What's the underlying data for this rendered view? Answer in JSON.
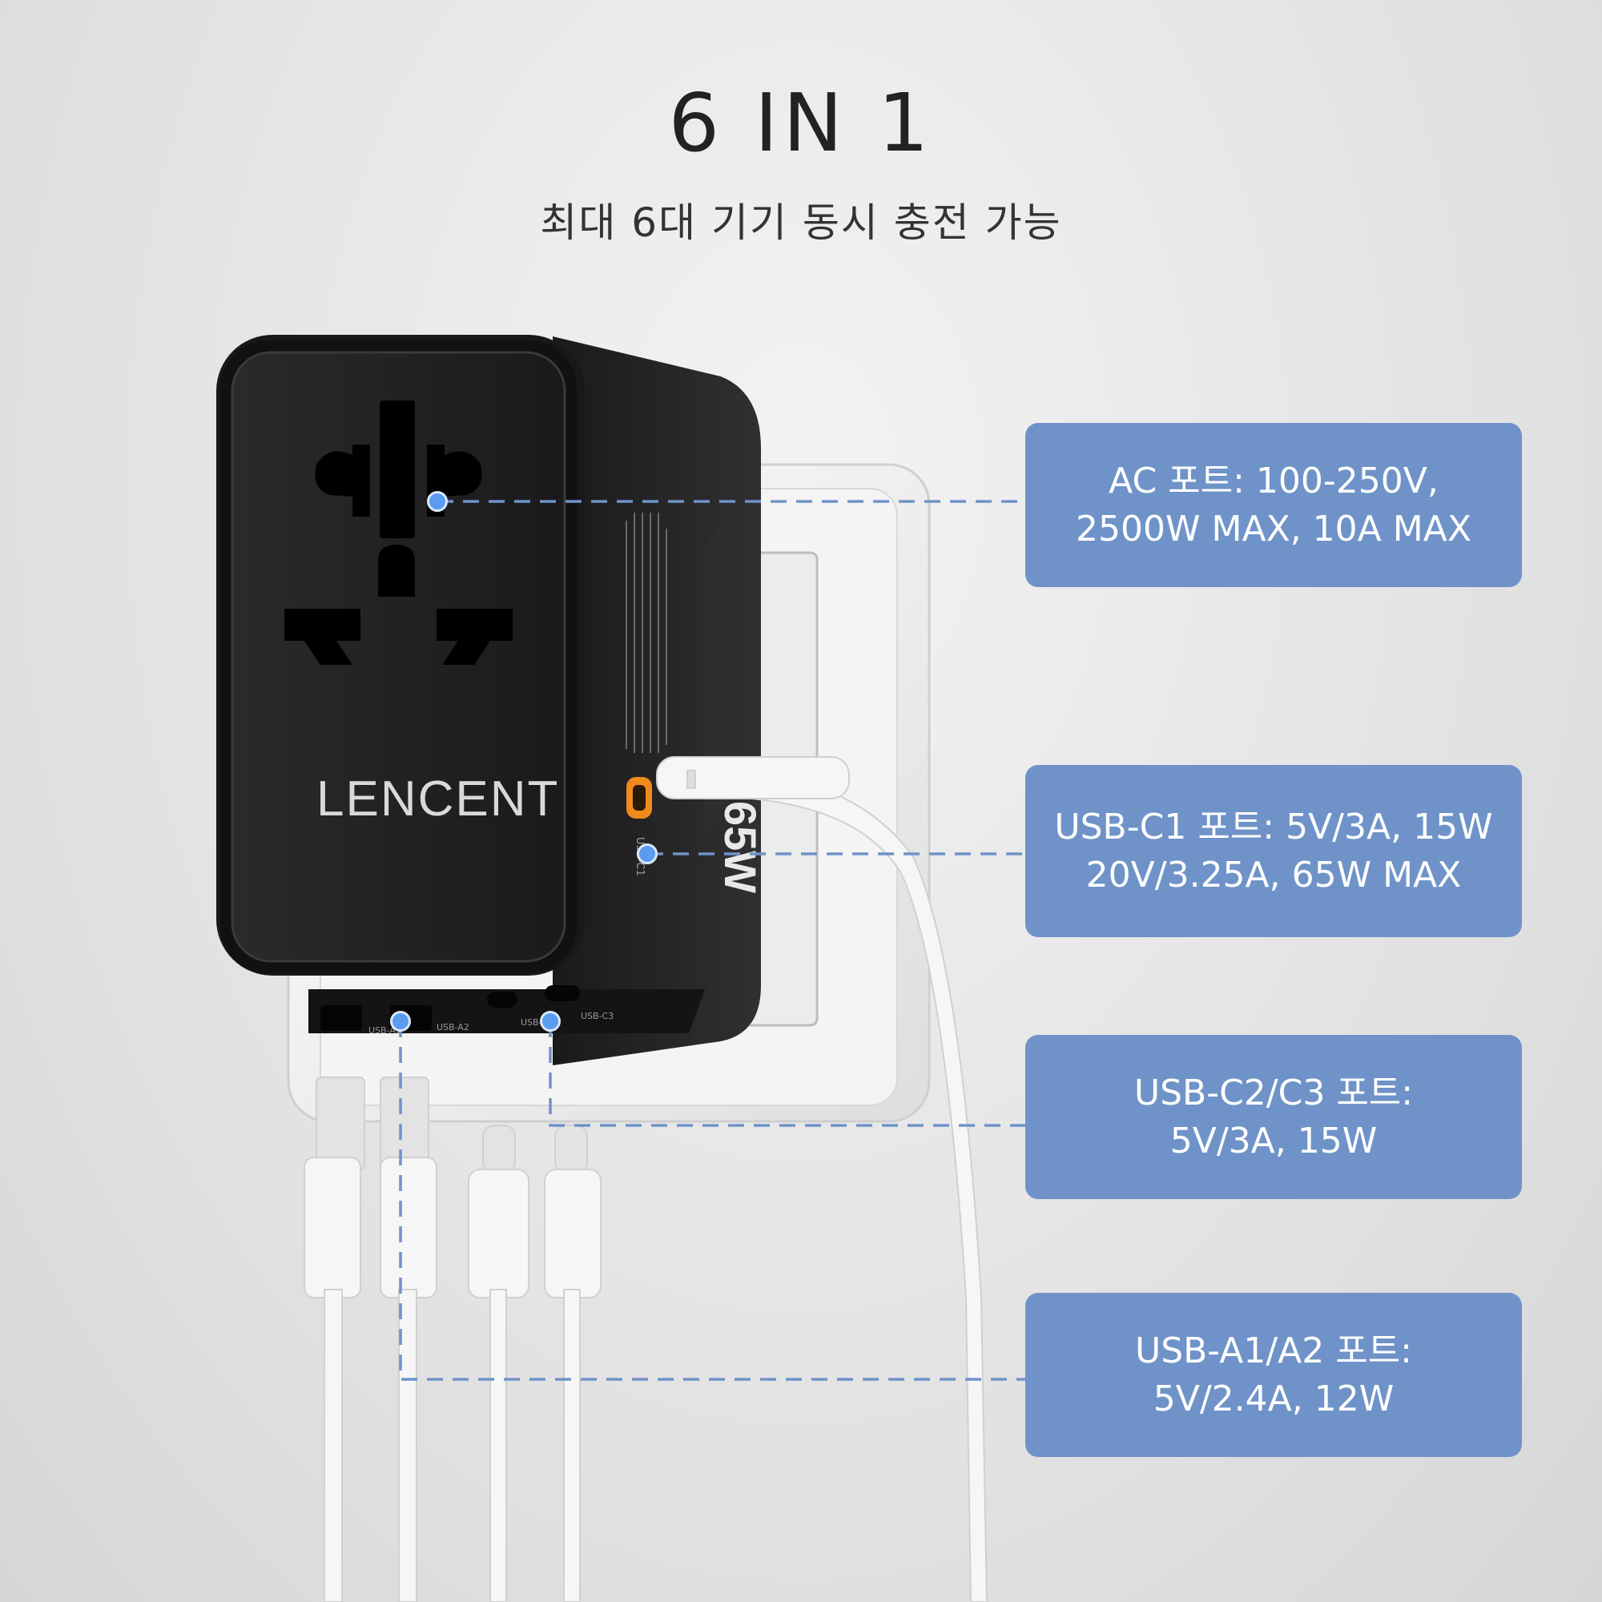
{
  "header": {
    "title": "6 IN 1",
    "subtitle": "최대 6대 기기 동시 충전 가능"
  },
  "product": {
    "brand": "LENCENT",
    "wattage_mark": "65W",
    "port_labels": [
      "USB-C1",
      "USB-A1",
      "USB-A2",
      "USB-C2",
      "USB-C3"
    ]
  },
  "callouts": [
    {
      "lines": [
        "AC 포트:  100-250V,",
        "2500W MAX, 10A MAX"
      ]
    },
    {
      "lines": [
        "USB-C1 포트:  5V/3A, 15W",
        "20V/3.25A, 65W MAX"
      ]
    },
    {
      "lines": [
        "USB-C2/C3 포트:",
        "5V/3A, 15W"
      ]
    },
    {
      "lines": [
        "USB-A1/A2 포트:",
        "5V/2.4A, 12W"
      ]
    }
  ],
  "colors": {
    "callout_bg": "#6f93c8",
    "leader_line": "#6f93c8",
    "dot": "#5b9bf0",
    "adapter_body": "#1f1f21"
  }
}
